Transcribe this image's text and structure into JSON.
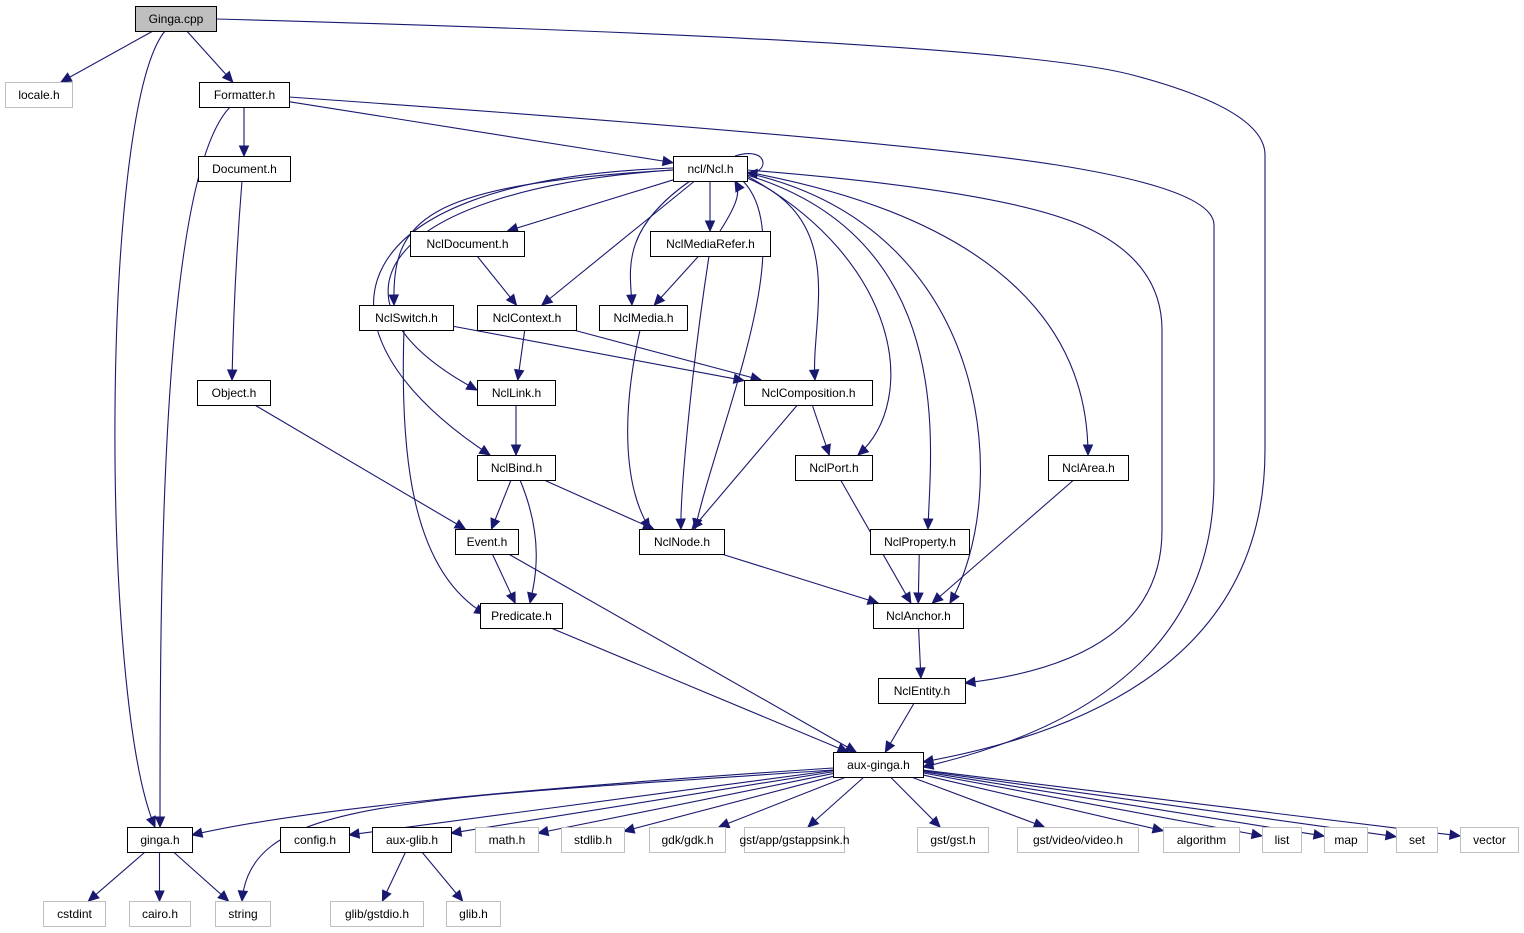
{
  "diagram": {
    "type": "include-dependency-graph",
    "root": "Ginga.cpp",
    "colors": {
      "edge": "#191970",
      "root_fill": "#bfbfbf",
      "documented_border": "#000000",
      "external_border": "#bfbfbf",
      "node_fill": "#ffffff"
    },
    "nodes": [
      {
        "id": "ginga_cpp",
        "label": "Ginga.cpp",
        "kind": "root"
      },
      {
        "id": "locale_h",
        "label": "locale.h",
        "kind": "external"
      },
      {
        "id": "formatter_h",
        "label": "Formatter.h",
        "kind": "documented"
      },
      {
        "id": "document_h",
        "label": "Document.h",
        "kind": "documented"
      },
      {
        "id": "ncl_h",
        "label": "ncl/Ncl.h",
        "kind": "documented"
      },
      {
        "id": "ncldocument_h",
        "label": "NclDocument.h",
        "kind": "documented"
      },
      {
        "id": "nclmediarefer_h",
        "label": "NclMediaRefer.h",
        "kind": "documented"
      },
      {
        "id": "nclswitch_h",
        "label": "NclSwitch.h",
        "kind": "documented"
      },
      {
        "id": "nclcontext_h",
        "label": "NclContext.h",
        "kind": "documented"
      },
      {
        "id": "nclmedia_h",
        "label": "NclMedia.h",
        "kind": "documented"
      },
      {
        "id": "object_h",
        "label": "Object.h",
        "kind": "documented"
      },
      {
        "id": "ncllink_h",
        "label": "NclLink.h",
        "kind": "documented"
      },
      {
        "id": "nclcomposition_h",
        "label": "NclComposition.h",
        "kind": "documented"
      },
      {
        "id": "nclbind_h",
        "label": "NclBind.h",
        "kind": "documented"
      },
      {
        "id": "nclport_h",
        "label": "NclPort.h",
        "kind": "documented"
      },
      {
        "id": "nclarea_h",
        "label": "NclArea.h",
        "kind": "documented"
      },
      {
        "id": "event_h",
        "label": "Event.h",
        "kind": "documented"
      },
      {
        "id": "nclnode_h",
        "label": "NclNode.h",
        "kind": "documented"
      },
      {
        "id": "nclproperty_h",
        "label": "NclProperty.h",
        "kind": "documented"
      },
      {
        "id": "predicate_h",
        "label": "Predicate.h",
        "kind": "documented"
      },
      {
        "id": "nclanchor_h",
        "label": "NclAnchor.h",
        "kind": "documented"
      },
      {
        "id": "nclentity_h",
        "label": "NclEntity.h",
        "kind": "documented"
      },
      {
        "id": "auxginga_h",
        "label": "aux-ginga.h",
        "kind": "documented"
      },
      {
        "id": "ginga_h",
        "label": "ginga.h",
        "kind": "documented"
      },
      {
        "id": "config_h",
        "label": "config.h",
        "kind": "documented"
      },
      {
        "id": "auxglib_h",
        "label": "aux-glib.h",
        "kind": "documented"
      },
      {
        "id": "math_h",
        "label": "math.h",
        "kind": "external"
      },
      {
        "id": "stdlib_h",
        "label": "stdlib.h",
        "kind": "external"
      },
      {
        "id": "gdk_h",
        "label": "gdk/gdk.h",
        "kind": "external"
      },
      {
        "id": "gstappsink_h",
        "label": "gst/app/gstappsink.h",
        "kind": "external"
      },
      {
        "id": "gst_h",
        "label": "gst/gst.h",
        "kind": "external"
      },
      {
        "id": "video_h",
        "label": "gst/video/video.h",
        "kind": "external"
      },
      {
        "id": "algorithm",
        "label": "algorithm",
        "kind": "external"
      },
      {
        "id": "list",
        "label": "list",
        "kind": "external"
      },
      {
        "id": "map",
        "label": "map",
        "kind": "external"
      },
      {
        "id": "set",
        "label": "set",
        "kind": "external"
      },
      {
        "id": "vector",
        "label": "vector",
        "kind": "external"
      },
      {
        "id": "cstdint",
        "label": "cstdint",
        "kind": "external"
      },
      {
        "id": "cairo_h",
        "label": "cairo.h",
        "kind": "external"
      },
      {
        "id": "string",
        "label": "string",
        "kind": "external"
      },
      {
        "id": "gstdio_h",
        "label": "glib/gstdio.h",
        "kind": "external"
      },
      {
        "id": "glib_h",
        "label": "glib.h",
        "kind": "external"
      }
    ],
    "edges": [
      [
        "ginga_cpp",
        "locale_h"
      ],
      [
        "ginga_cpp",
        "formatter_h"
      ],
      [
        "ginga_cpp",
        "ginga_h"
      ],
      [
        "ginga_cpp",
        "auxginga_h"
      ],
      [
        "formatter_h",
        "document_h"
      ],
      [
        "formatter_h",
        "ncl_h"
      ],
      [
        "formatter_h",
        "ginga_h"
      ],
      [
        "formatter_h",
        "auxginga_h"
      ],
      [
        "document_h",
        "object_h"
      ],
      [
        "object_h",
        "event_h"
      ],
      [
        "ncl_h",
        "ncl_h"
      ],
      [
        "ncl_h",
        "ncldocument_h"
      ],
      [
        "ncl_h",
        "nclmediarefer_h"
      ],
      [
        "ncl_h",
        "nclswitch_h"
      ],
      [
        "ncl_h",
        "nclcontext_h"
      ],
      [
        "ncl_h",
        "nclmedia_h"
      ],
      [
        "ncl_h",
        "ncllink_h"
      ],
      [
        "ncl_h",
        "nclcomposition_h"
      ],
      [
        "ncl_h",
        "nclbind_h"
      ],
      [
        "ncl_h",
        "nclport_h"
      ],
      [
        "ncl_h",
        "nclarea_h"
      ],
      [
        "ncl_h",
        "nclnode_h"
      ],
      [
        "ncl_h",
        "nclproperty_h"
      ],
      [
        "ncl_h",
        "nclanchor_h"
      ],
      [
        "ncl_h",
        "nclentity_h"
      ],
      [
        "ncldocument_h",
        "nclcontext_h"
      ],
      [
        "nclmediarefer_h",
        "nclmedia_h"
      ],
      [
        "nclmediarefer_h",
        "nclnode_h"
      ],
      [
        "nclmediarefer_h",
        "ncl_h"
      ],
      [
        "nclswitch_h",
        "nclcomposition_h"
      ],
      [
        "nclswitch_h",
        "predicate_h"
      ],
      [
        "nclcontext_h",
        "ncllink_h"
      ],
      [
        "nclcontext_h",
        "nclcomposition_h"
      ],
      [
        "nclmedia_h",
        "nclnode_h"
      ],
      [
        "ncllink_h",
        "nclbind_h"
      ],
      [
        "nclcomposition_h",
        "nclport_h"
      ],
      [
        "nclcomposition_h",
        "nclnode_h"
      ],
      [
        "nclbind_h",
        "event_h"
      ],
      [
        "nclbind_h",
        "predicate_h"
      ],
      [
        "nclbind_h",
        "nclnode_h"
      ],
      [
        "nclport_h",
        "nclanchor_h"
      ],
      [
        "nclarea_h",
        "nclanchor_h"
      ],
      [
        "nclproperty_h",
        "nclanchor_h"
      ],
      [
        "nclnode_h",
        "nclanchor_h"
      ],
      [
        "event_h",
        "predicate_h"
      ],
      [
        "event_h",
        "auxginga_h"
      ],
      [
        "predicate_h",
        "auxginga_h"
      ],
      [
        "nclanchor_h",
        "nclentity_h"
      ],
      [
        "nclentity_h",
        "auxginga_h"
      ],
      [
        "auxginga_h",
        "ginga_h"
      ],
      [
        "auxginga_h",
        "config_h"
      ],
      [
        "auxginga_h",
        "auxglib_h"
      ],
      [
        "auxginga_h",
        "math_h"
      ],
      [
        "auxginga_h",
        "stdlib_h"
      ],
      [
        "auxginga_h",
        "gdk_h"
      ],
      [
        "auxginga_h",
        "gstappsink_h"
      ],
      [
        "auxginga_h",
        "gst_h"
      ],
      [
        "auxginga_h",
        "video_h"
      ],
      [
        "auxginga_h",
        "algorithm"
      ],
      [
        "auxginga_h",
        "list"
      ],
      [
        "auxginga_h",
        "map"
      ],
      [
        "auxginga_h",
        "set"
      ],
      [
        "auxginga_h",
        "vector"
      ],
      [
        "auxginga_h",
        "string"
      ],
      [
        "ginga_h",
        "cstdint"
      ],
      [
        "ginga_h",
        "cairo_h"
      ],
      [
        "ginga_h",
        "string"
      ],
      [
        "auxglib_h",
        "gstdio_h"
      ],
      [
        "auxglib_h",
        "glib_h"
      ]
    ]
  }
}
